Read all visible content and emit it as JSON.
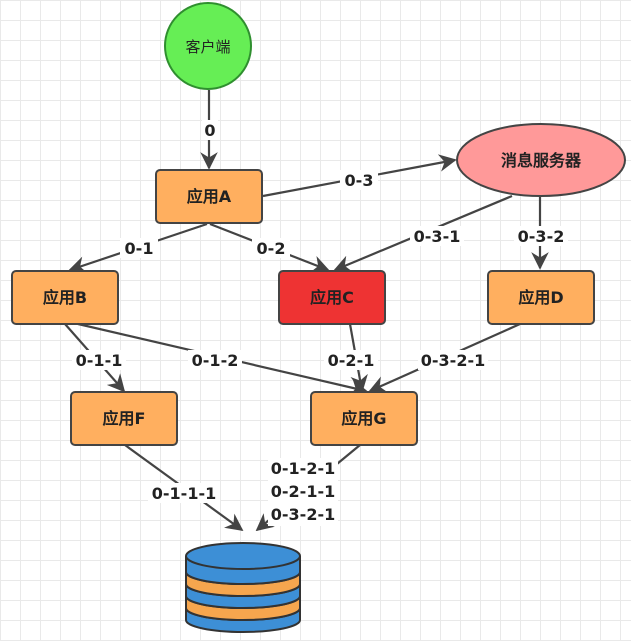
{
  "nodes": {
    "client": "客户端",
    "msg_server": "消息服务器",
    "app_a": "应用A",
    "app_b": "应用B",
    "app_c": "应用C",
    "app_d": "应用D",
    "app_f": "应用F",
    "app_g": "应用G"
  },
  "edges": {
    "e0": "0",
    "e03": "0-3",
    "e01": "0-1",
    "e02": "0-2",
    "e031": "0-3-1",
    "e032": "0-3-2",
    "e011": "0-1-1",
    "e012": "0-1-2",
    "e021": "0-2-1",
    "e0321": "0-3-2-1",
    "e0111": "0-1-1-1",
    "db_labels": [
      "0-1-2-1",
      "0-2-1-1",
      "0-3-2-1"
    ]
  },
  "colors": {
    "client_fill": "#66ee55",
    "client_stroke": "#2f8f2f",
    "msg_fill": "#ff9999",
    "app_fill": "#ffaf5f",
    "app_c_fill": "#ee3333",
    "db_blue": "#3d8fd6",
    "db_orange": "#f6a64e",
    "stroke": "#444444"
  }
}
